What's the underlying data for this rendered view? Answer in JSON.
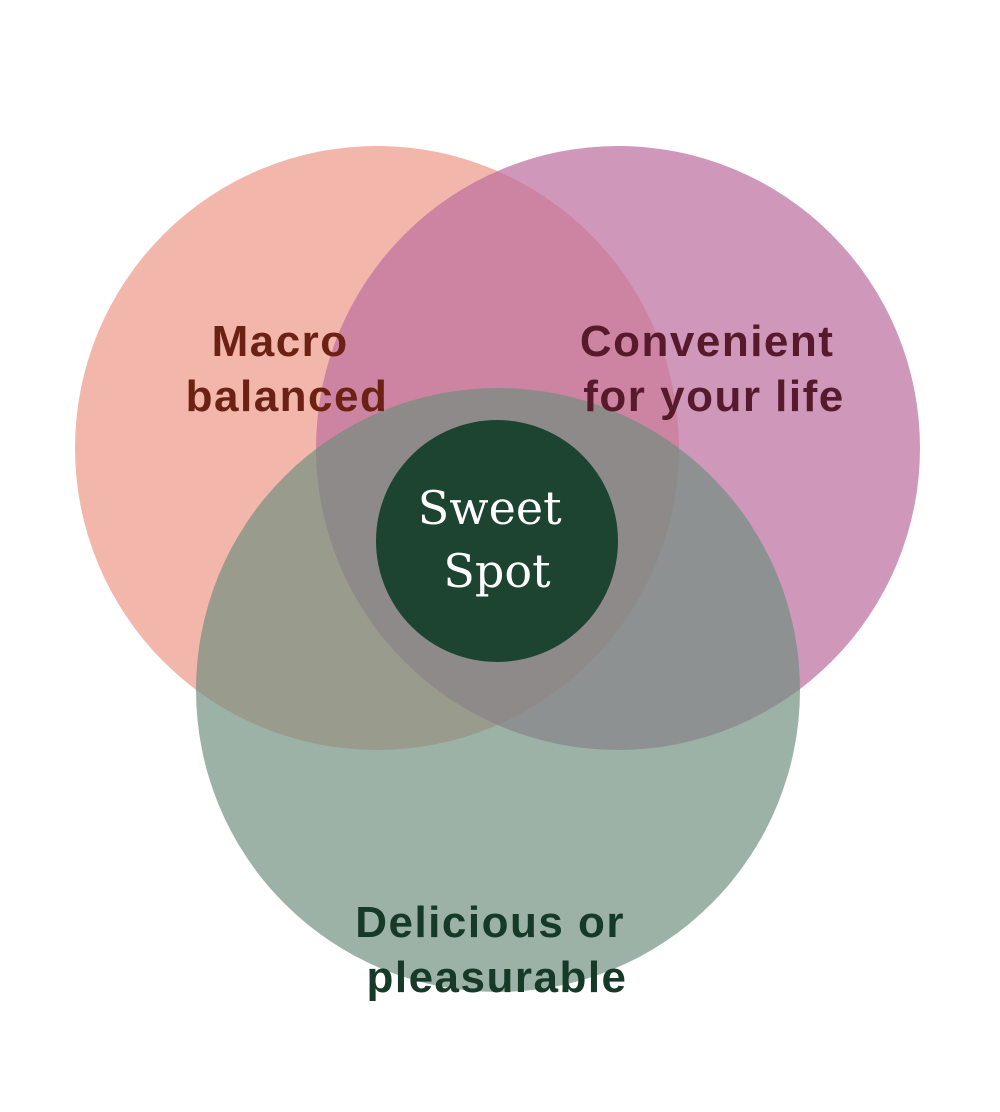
{
  "diagram": {
    "sets": [
      {
        "id": "macro",
        "lines": [
          "Macro",
          "balanced"
        ],
        "fill": "#ee9e8c",
        "text_color": "#6b2214"
      },
      {
        "id": "convenient",
        "lines": [
          "Convenient",
          "for your life"
        ],
        "fill": "#bd709f",
        "text_color": "#561a2c"
      },
      {
        "id": "delicious",
        "lines": [
          "Delicious or",
          "pleasurable"
        ],
        "fill": "#6f8e7e",
        "text_color": "#163a27"
      }
    ],
    "center": {
      "lines": [
        "Sweet",
        "Spot"
      ],
      "fill": "#1d4430",
      "text_color": "#ffffff"
    }
  }
}
